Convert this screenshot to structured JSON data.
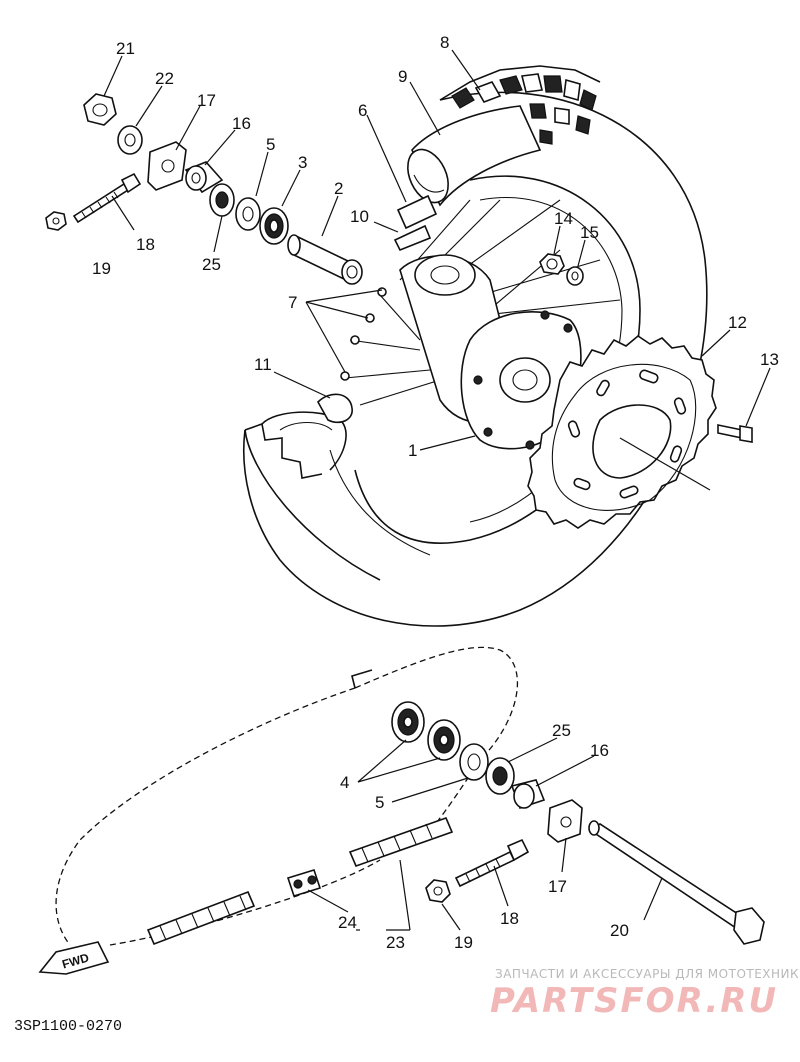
{
  "callouts": {
    "top": [
      "21",
      "22",
      "17",
      "16",
      "5",
      "3",
      "2",
      "8",
      "9",
      "6",
      "10",
      "18",
      "19",
      "25",
      "14",
      "15",
      "7",
      "12",
      "13",
      "11",
      "1"
    ],
    "bottom": [
      "25",
      "16",
      "4",
      "5",
      "17",
      "18",
      "19",
      "20",
      "24",
      "23"
    ]
  },
  "fwd_label": "FWD",
  "diagram_code": "3SP1100-0270",
  "watermark": {
    "tagline": "ЗАПЧАСТИ И АКСЕССУАРЫ ДЛЯ МОТОТЕХНИКИ",
    "brand": "PARTSFOR.RU"
  }
}
